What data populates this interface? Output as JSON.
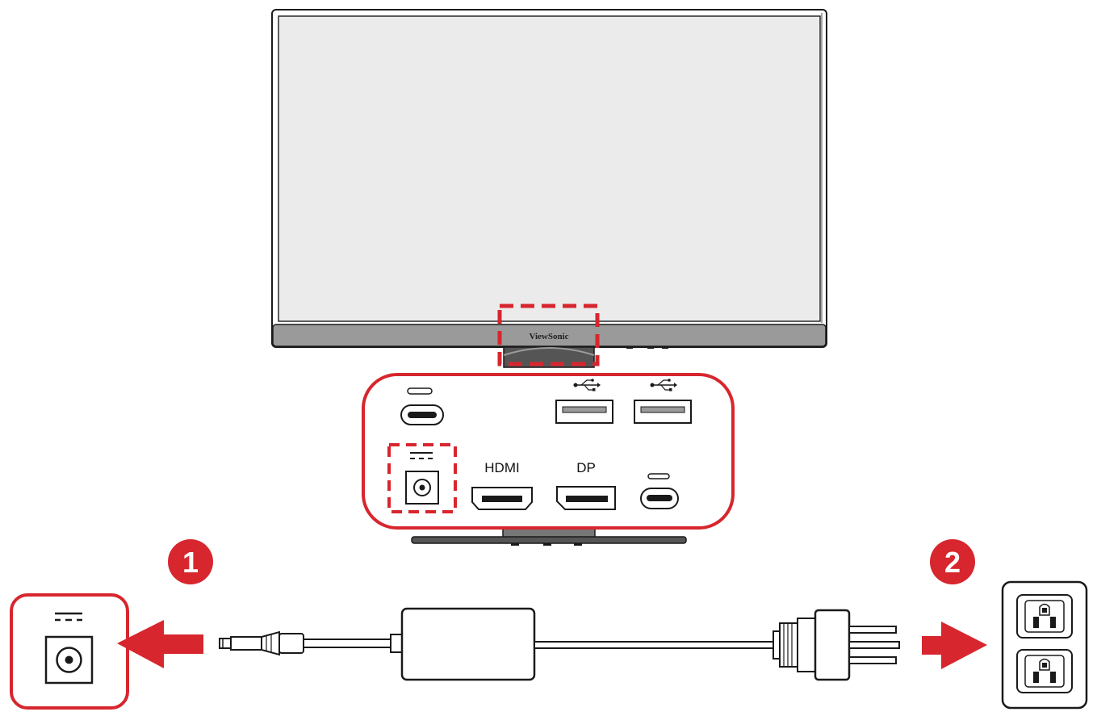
{
  "monitor": {
    "brand": "ViewSonic"
  },
  "ports_panel": {
    "hdmi_label": "HDMI",
    "dp_label": "DP"
  },
  "steps": [
    {
      "number": "1"
    },
    {
      "number": "2"
    }
  ],
  "colors": {
    "accent": "#d7262e",
    "outline": "#1a1a1a",
    "screen": "#ebebeb",
    "bezel": "#9a9a9a",
    "stand": "#555555"
  },
  "icons": [
    "dc-power-icon",
    "usb-icon",
    "usb-c-icon",
    "hdmi-port-icon",
    "displayport-icon",
    "usb-a-port-icon",
    "dc-jack-icon",
    "power-adapter-icon",
    "power-plug-icon",
    "wall-outlet-icon",
    "arrow-left-icon",
    "arrow-right-icon"
  ]
}
